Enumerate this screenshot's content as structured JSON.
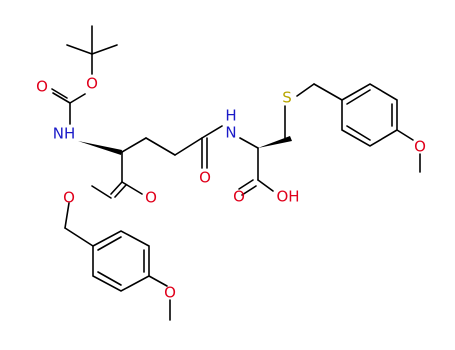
{
  "colors": {
    "oxygen": "#e0001b",
    "nitrogen": "#1a1ac8",
    "sulfur": "#b8a600",
    "carbon": "#000000",
    "background": "#ffffff"
  },
  "atoms": {
    "o_boc_ether": "O",
    "o_boc_carbonyl": "O",
    "nh_carbamate": "NH",
    "nh_amide": "N",
    "nh_amide_h": "H",
    "o_amide": "O",
    "o_ester_carbonyl": "O",
    "o_ester_ether": "O",
    "o_methoxy_bottom": "O",
    "s_thioether": "S",
    "o_acid_carbonyl": "O",
    "oh_acid": "OH",
    "o_methoxy_right": "O"
  }
}
